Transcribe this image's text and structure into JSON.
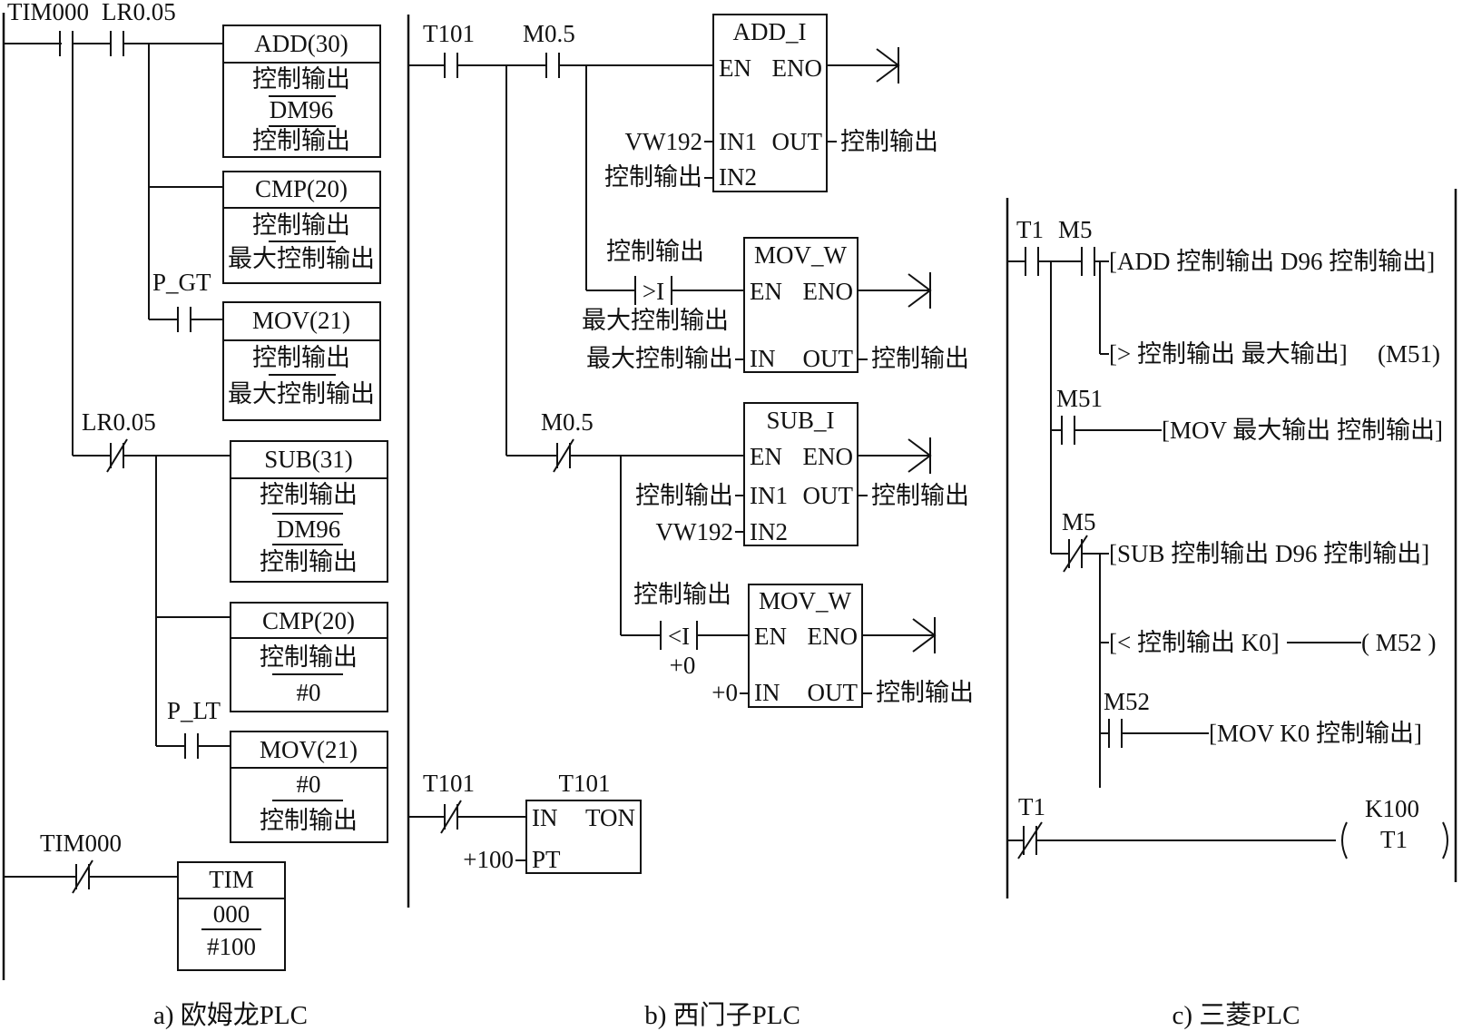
{
  "panels": {
    "omron": {
      "caption": "a) 欧姆龙PLC",
      "contact_tim000": "TIM000",
      "contact_lr005": "LR0.05",
      "contact_lr005_nc": "LR0.05",
      "contact_pgt": "P_GT",
      "contact_plt": "P_LT",
      "contact_tim000_nc": "TIM000",
      "add": {
        "title": "ADD(30)",
        "op1": "控制输出",
        "op2": "DM96",
        "op3": "控制输出"
      },
      "cmp1": {
        "title": "CMP(20)",
        "op1": "控制输出",
        "op2": "最大控制输出"
      },
      "mov1": {
        "title": "MOV(21)",
        "op1": "控制输出",
        "op2": "最大控制输出"
      },
      "sub": {
        "title": "SUB(31)",
        "op1": "控制输出",
        "op2": "DM96",
        "op3": "控制输出"
      },
      "cmp2": {
        "title": "CMP(20)",
        "op1": "控制输出",
        "op2": "#0"
      },
      "mov2": {
        "title": "MOV(21)",
        "op1": "#0",
        "op2": "控制输出"
      },
      "tim": {
        "title": "TIM",
        "op1": "000",
        "op2": "#100"
      }
    },
    "siemens": {
      "caption": "b) 西门子PLC",
      "contact_t101": "T101",
      "contact_m05": "M0.5",
      "contact_m05_nc": "M0.5",
      "contact_t101_nc": "T101",
      "add_i": {
        "title": "ADD_I",
        "en": "EN",
        "eno": "ENO",
        "in1": "IN1",
        "out": "OUT",
        "in2": "IN2",
        "in1_val": "VW192",
        "out_val": "控制输出",
        "in2_val": "控制输出"
      },
      "cmp_gt": {
        "symbol": ">I",
        "top": "控制输出",
        "bottom": "最大控制输出"
      },
      "mov_w1": {
        "title": "MOV_W",
        "en": "EN",
        "eno": "ENO",
        "in": "IN",
        "out": "OUT",
        "in_val": "最大控制输出",
        "out_val": "控制输出"
      },
      "sub_i": {
        "title": "SUB_I",
        "en": "EN",
        "eno": "ENO",
        "in1": "IN1",
        "out": "OUT",
        "in2": "IN2",
        "in1_val": "控制输出",
        "out_val": "控制输出",
        "in2_val": "VW192"
      },
      "cmp_lt": {
        "symbol": "<I",
        "top": "控制输出",
        "bottom": "+0"
      },
      "mov_w2": {
        "title": "MOV_W",
        "en": "EN",
        "eno": "ENO",
        "in": "IN",
        "out": "OUT",
        "in_val": "+0",
        "out_val": "控制输出"
      },
      "timer": {
        "name": "T101",
        "in": "IN",
        "type": "TON",
        "pt": "PT",
        "pt_val": "+100"
      }
    },
    "mitsubishi": {
      "caption": "c) 三菱PLC",
      "contact_t1": "T1",
      "contact_m5": "M5",
      "contact_m51": "M51",
      "contact_m5_nc": "M5",
      "contact_m52": "M52",
      "contact_t1_nc": "T1",
      "instr_add": "[ADD 控制输出 D96 控制输出]",
      "instr_cmp_gt": "[> 控制输出 最大输出]",
      "coil_m51": "(M51)",
      "instr_mov_max": "[MOV 最大输出 控制输出]",
      "instr_sub": "[SUB 控制输出 D96 控制输出]",
      "instr_cmp_lt": "[< 控制输出 K0]",
      "coil_m52": "( M52 )",
      "instr_mov_k0": "[MOV K0 控制输出]",
      "timer_k": "K100",
      "timer_t": "T1"
    }
  }
}
